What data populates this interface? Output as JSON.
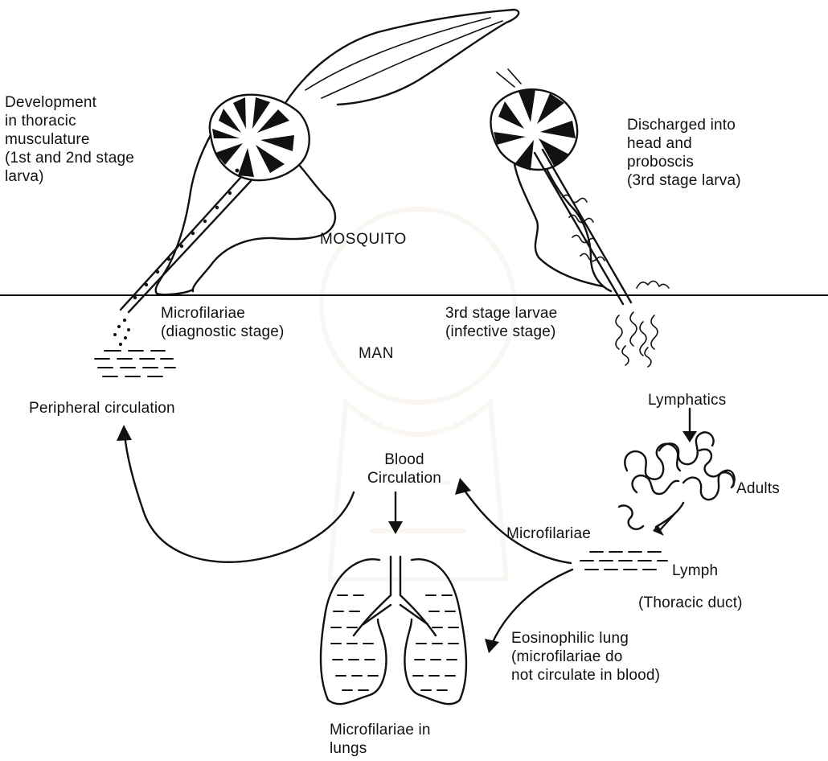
{
  "labels": {
    "thoracic_development": "Development\nin thoracic\nmusculature\n(1st and 2nd stage\nlarva)",
    "head_proboscis": "Discharged into\nhead and\nproboscis\n(3rd stage larva)",
    "mosquito": "MOSQUITO",
    "microfilariae_diagnostic": "Microfilariae\n(diagnostic stage)",
    "third_stage_larvae": "3rd stage larvae\n(infective stage)",
    "man": "MAN",
    "peripheral_circulation": "Peripheral circulation",
    "lymphatics": "Lymphatics",
    "blood_circulation": "Blood\nCirculation",
    "adults": "Adults",
    "microfilariae": "Microfilariae",
    "lymph": "Lymph",
    "thoracic_duct": "(Thoracic duct)",
    "eosinophilic_lung": "Eosinophilic lung\n(microfilariae do\nnot circulate in blood)",
    "microfilariae_lungs": "Microfilariae in\nlungs"
  },
  "colors": {
    "ink": "#111111",
    "background": "#ffffff"
  }
}
